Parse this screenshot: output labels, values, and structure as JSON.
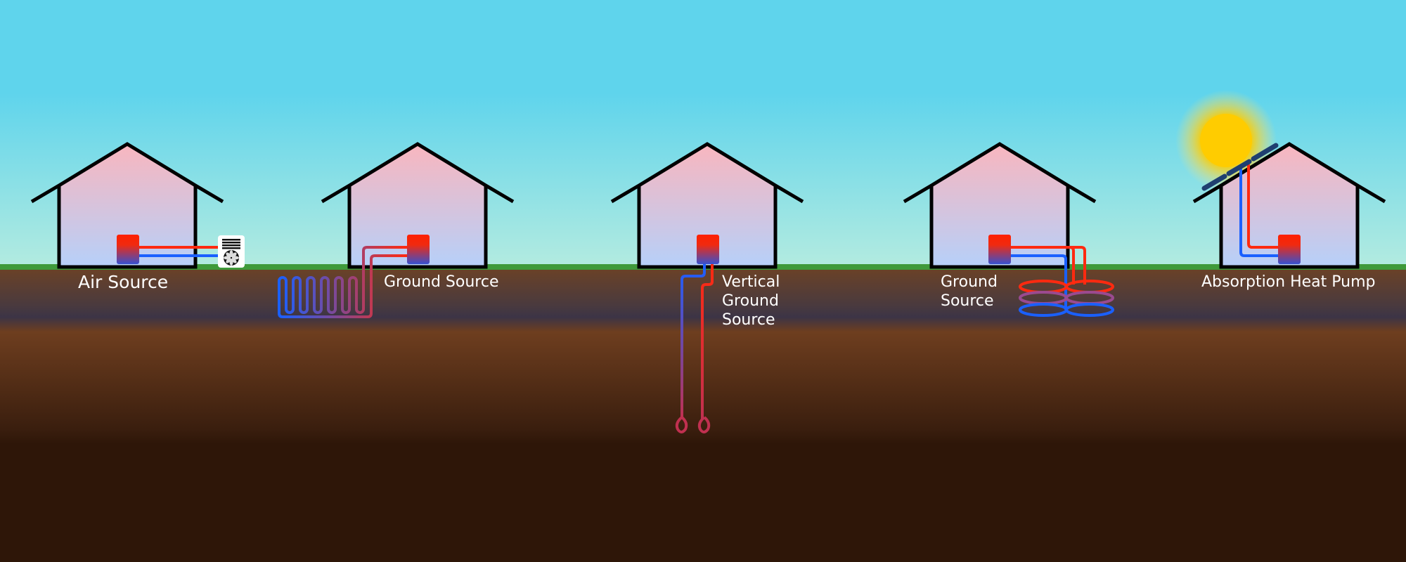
{
  "labels": {
    "air_source": "Air Source",
    "ground_source_horizontal": "Ground Source",
    "vertical_ground_source": [
      "Vertical",
      "Ground",
      "Source"
    ],
    "ground_source_slinky": [
      "Ground",
      "Source"
    ],
    "absorption_heat_pump": "Absorption Heat Pump"
  },
  "colors": {
    "sky_top": "#5fd4ec",
    "sky_bottom": "#b3ebe0",
    "grass": "#3f9a3a",
    "hot_pipe": "#ff2a10",
    "cold_pipe": "#1a60ff",
    "sun": "#ffcc00",
    "solar_panel": "#1f3f70"
  },
  "icons": {
    "outdoor_unit": "fan-icon",
    "sun": "sun-icon",
    "solar_panel": "solar-panel-icon"
  }
}
